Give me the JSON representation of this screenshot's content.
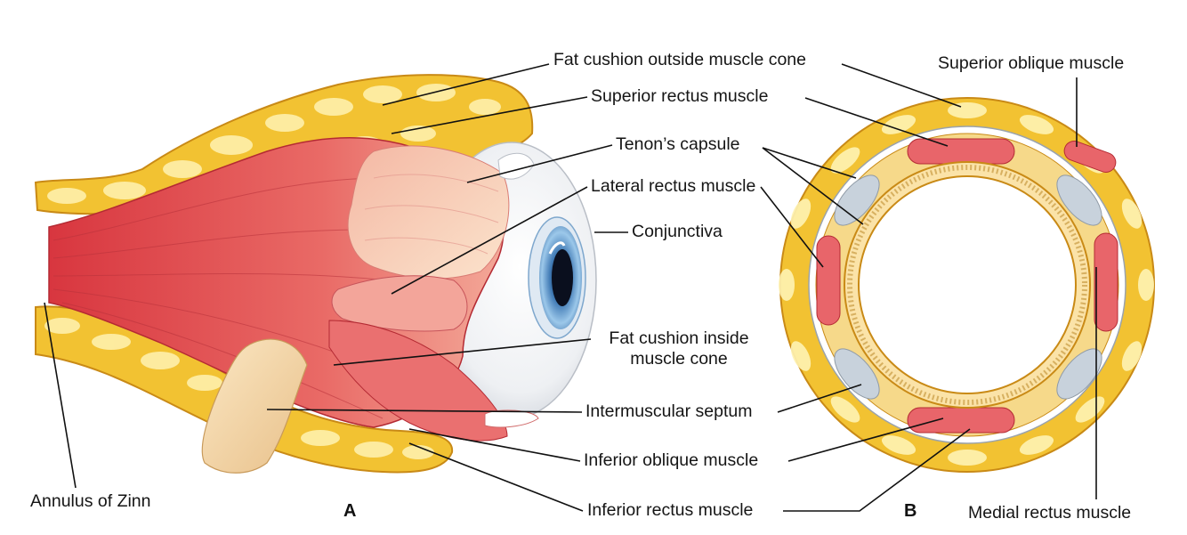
{
  "labels": {
    "fat_cushion_outside": "Fat cushion outside muscle cone",
    "superior_rectus": "Superior rectus muscle",
    "tenons_capsule": "Tenon’s capsule",
    "lateral_rectus": "Lateral rectus muscle",
    "conjunctiva": "Conjunctiva",
    "fat_cushion_inside_line1": "Fat cushion inside",
    "fat_cushion_inside_line2": "muscle cone",
    "intermuscular_septum": "Intermuscular septum",
    "inferior_oblique": "Inferior oblique muscle",
    "inferior_rectus": "Inferior rectus muscle",
    "annulus_of_zinn": "Annulus of Zinn",
    "superior_oblique": "Superior oblique muscle",
    "medial_rectus": "Medial rectus muscle"
  },
  "panels": {
    "a": "A",
    "b": "B"
  },
  "colors": {
    "fat": "#f2c232",
    "fat_light": "#fff0a8",
    "fat_dark": "#c98a16",
    "muscle": "#e4505a",
    "muscle_light": "#f3a59a",
    "tendon": "#f5d4b2",
    "sclera": "#f4f5f7",
    "iris": "#8fc0e4",
    "septum_gray": "#c8d2dc",
    "leader": "#111111"
  },
  "icons": [
    "eye-globe-illustration",
    "orbit-cross-section-illustration"
  ]
}
